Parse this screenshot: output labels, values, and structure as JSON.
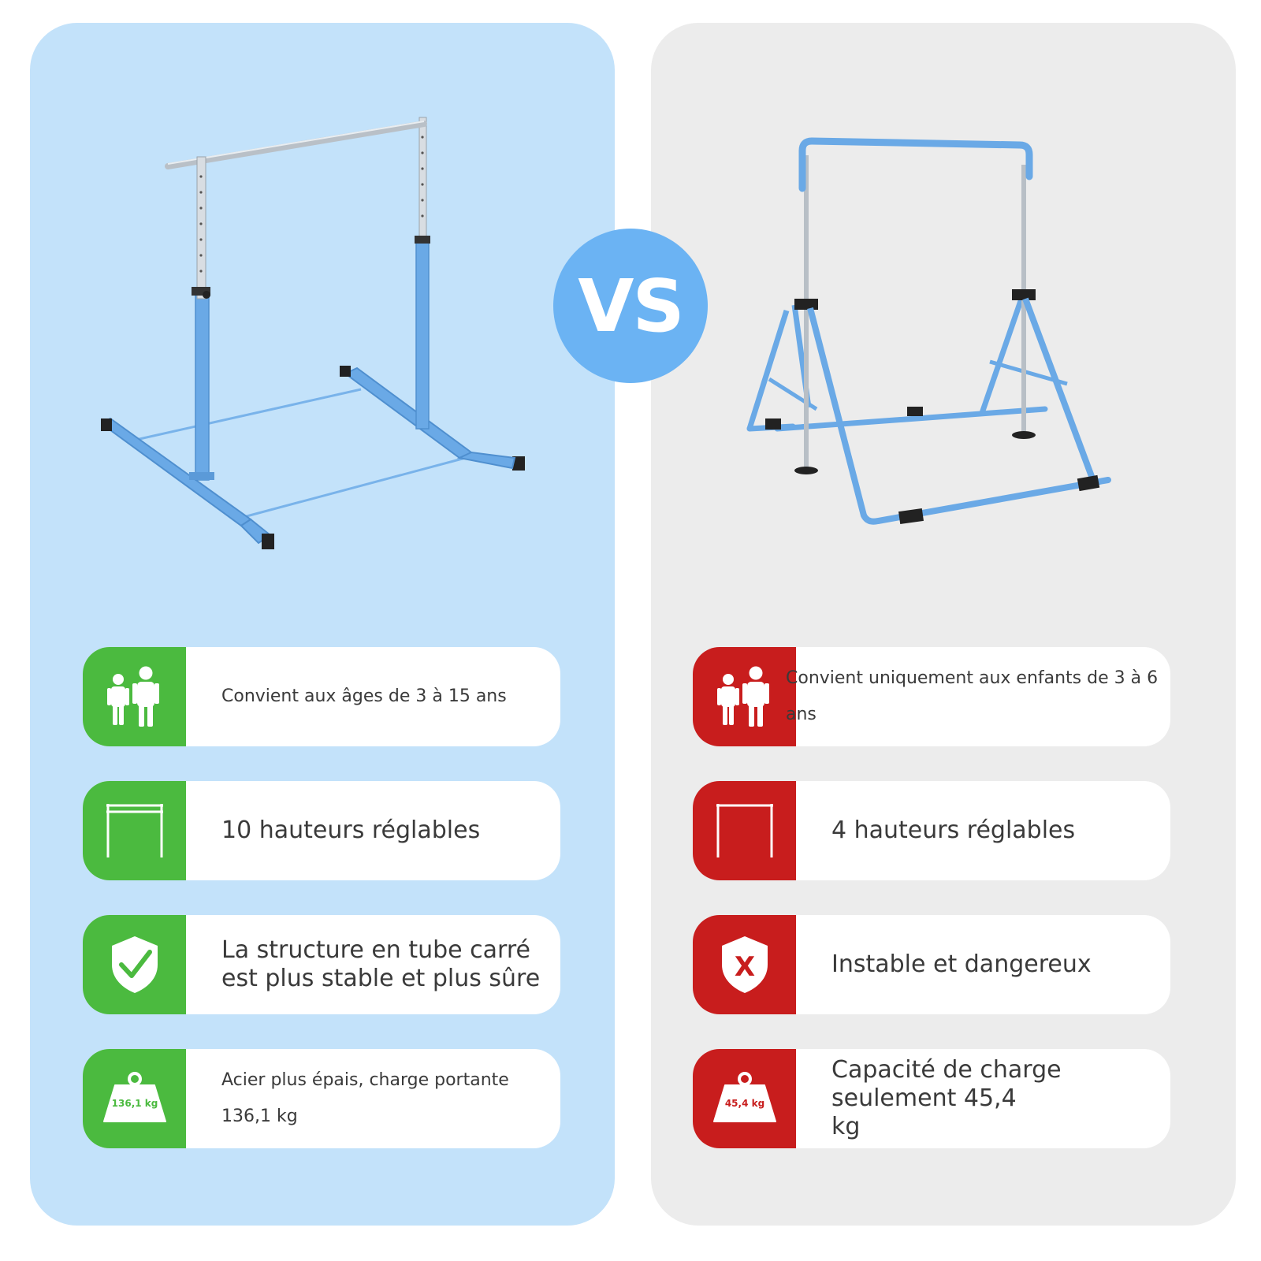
{
  "vs_label": "VS",
  "left": {
    "features": [
      {
        "icon": "children-icon",
        "text": "Convient aux âges de 3 à 15 ans"
      },
      {
        "icon": "bar-icon",
        "text": "10 hauteurs réglables"
      },
      {
        "icon": "shield-check-icon",
        "text": "La structure en tube carré\nest plus stable et plus sûre"
      },
      {
        "icon": "weight-icon",
        "weight_label": "136,1 kg",
        "text": "Acier plus épais, charge portante\n136,1 kg"
      }
    ]
  },
  "right": {
    "features": [
      {
        "icon": "children-icon",
        "text": "Convient uniquement aux enfants de 3 à 6 ans"
      },
      {
        "icon": "bar-icon",
        "text": "4 hauteurs réglables"
      },
      {
        "icon": "shield-x-icon",
        "x_label": "X",
        "text": "Instable et dangereux"
      },
      {
        "icon": "weight-icon",
        "weight_label": "45,4 kg",
        "text": "Capacité de charge seulement 45,4\nkg"
      }
    ]
  },
  "colors": {
    "left_panel": "#c3e2fa",
    "right_panel": "#ececec",
    "good": "#4bba3f",
    "bad": "#c81d1d",
    "vs_circle": "#6bb3f3",
    "bar_blue": "#6aa9e6"
  }
}
